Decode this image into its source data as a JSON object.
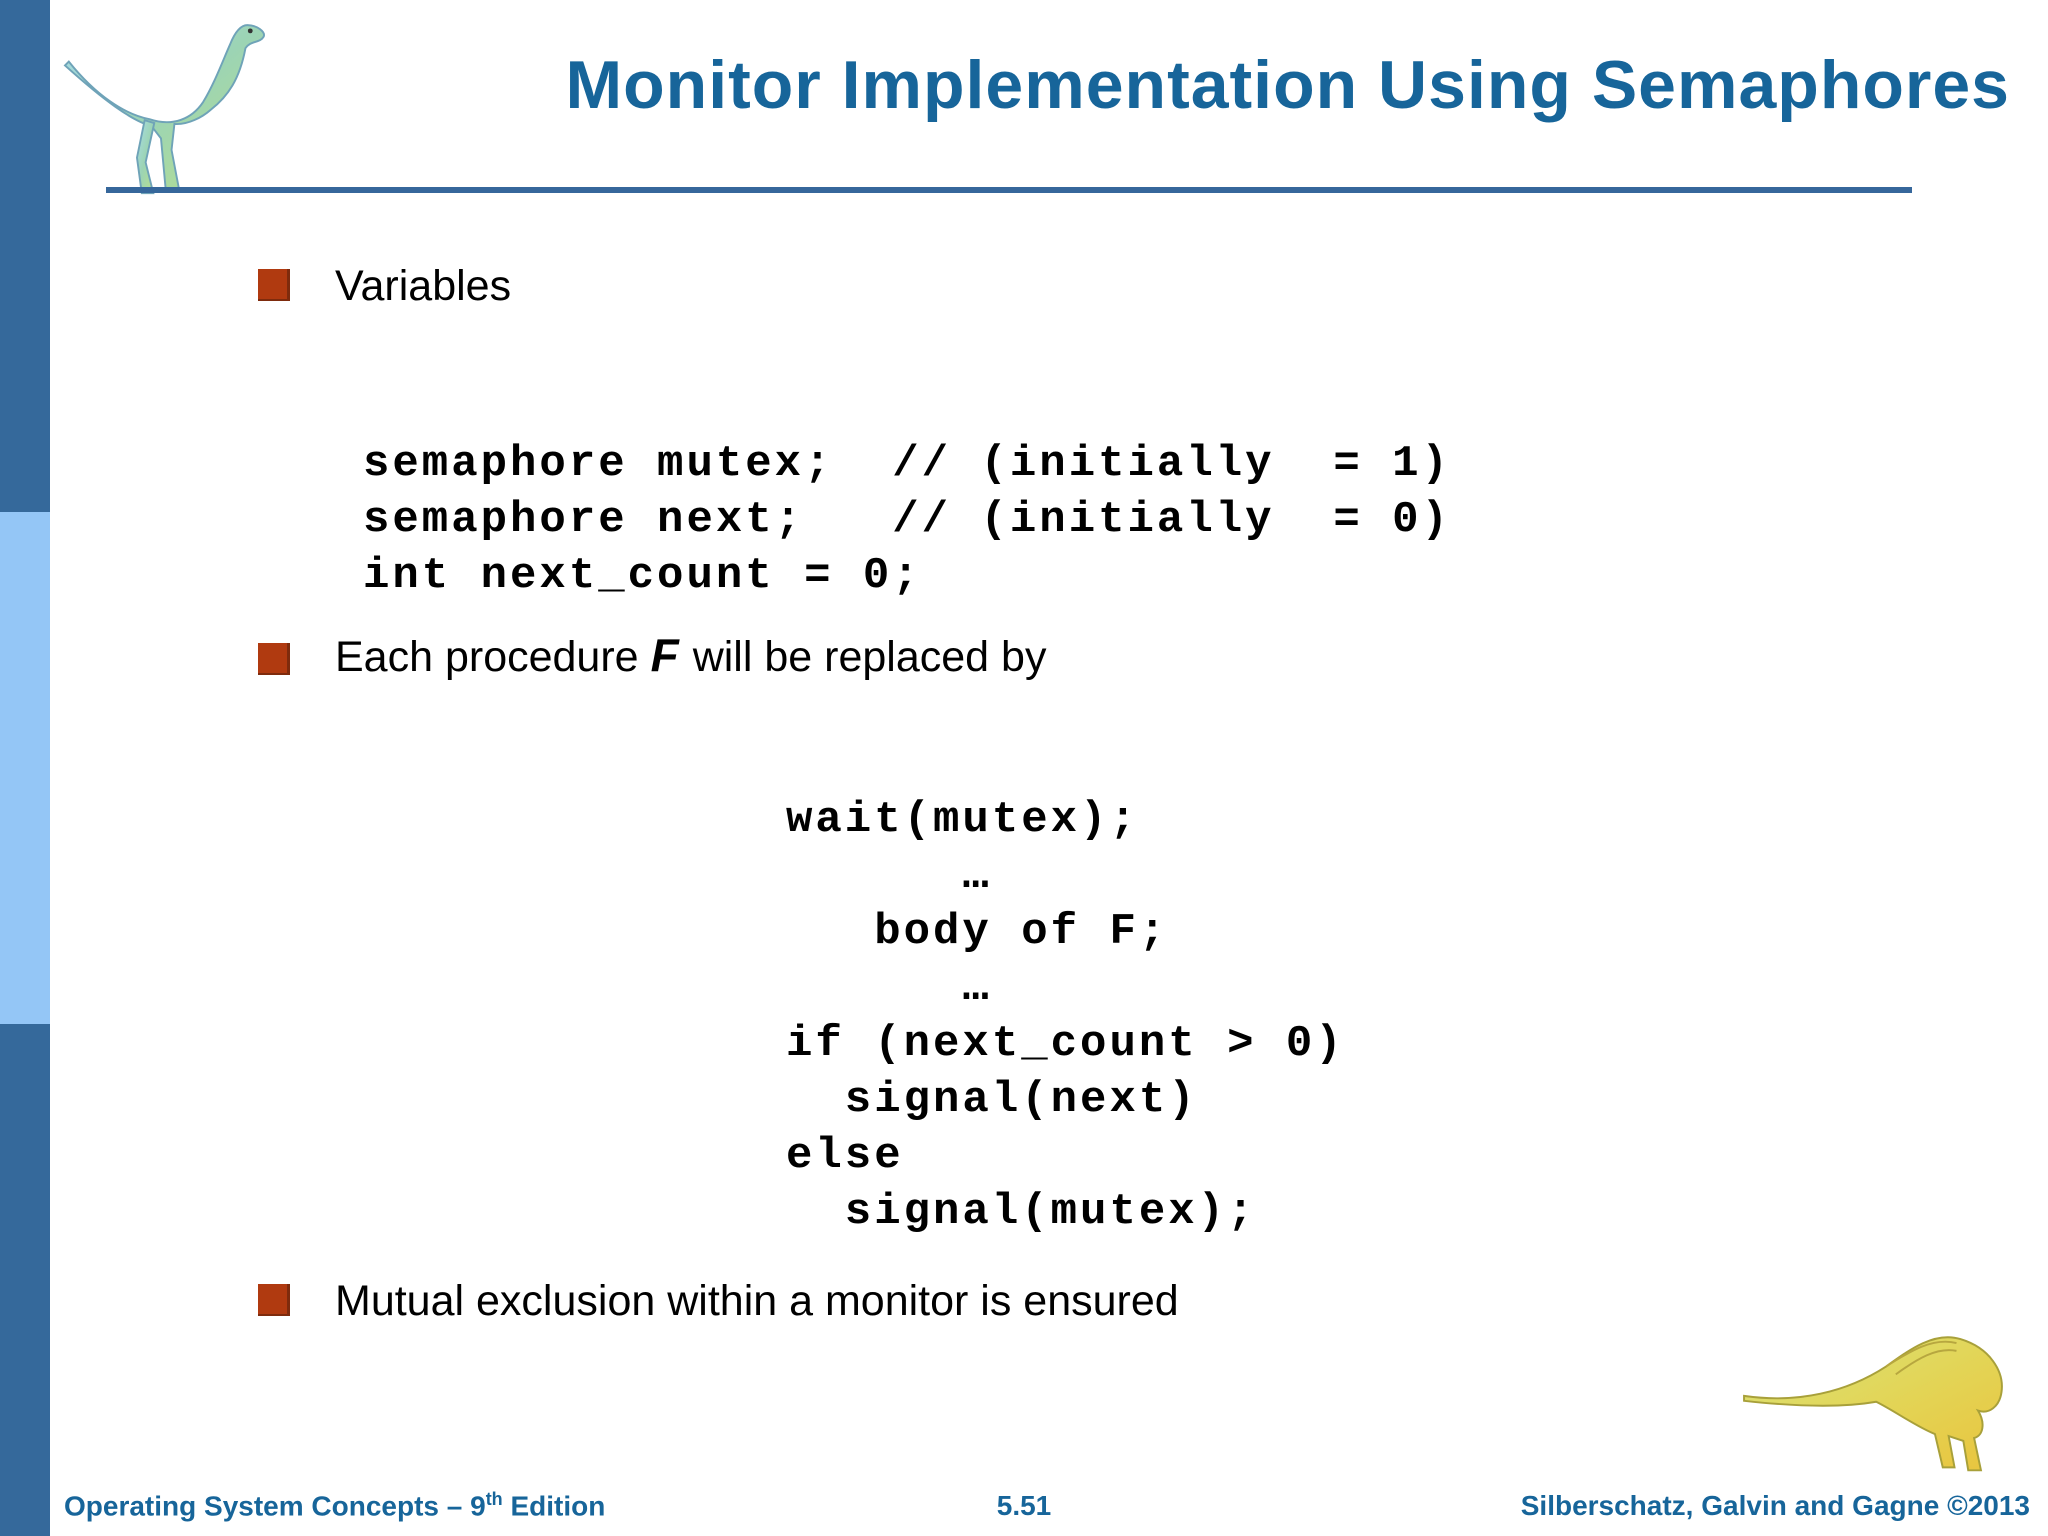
{
  "slide": {
    "title": "Monitor Implementation Using Semaphores",
    "bullet1": {
      "label": "Variables"
    },
    "code1": {
      "text": "semaphore mutex;  // (initially  = 1)\nsemaphore next;   // (initially  = 0)\nint next_count = 0;"
    },
    "bullet2": {
      "prefix": "Each procedure",
      "emphasis": "F",
      "suffix": "will be replaced by"
    },
    "code2": {
      "text": "wait(mutex);\n      …\n   body of F;\n      …\nif (next_count > 0)\n  signal(next)\nelse\n  signal(mutex);"
    },
    "bullet3": {
      "label": "Mutual exclusion within a monitor is ensured"
    }
  },
  "footer": {
    "book_prefix": "Operating System Concepts – 9",
    "book_sup": "th",
    "book_suffix": " Edition",
    "page": "5.51",
    "authors": "Silberschatz, Galvin and Gagne ©2013"
  },
  "icons": {
    "bullet_square": "filled-square",
    "dinosaur_logo": "blue-green ornithomimid dinosaur",
    "dinosaur_footer": "yellow-green grazing dinosaur"
  },
  "colors": {
    "accent_blue": "#17659a",
    "sidebar_blue": "#35699b",
    "sidebar_light_blue": "#94c6f6",
    "bullet_rust": "#b03a10",
    "rule_blue": "#36679b"
  }
}
